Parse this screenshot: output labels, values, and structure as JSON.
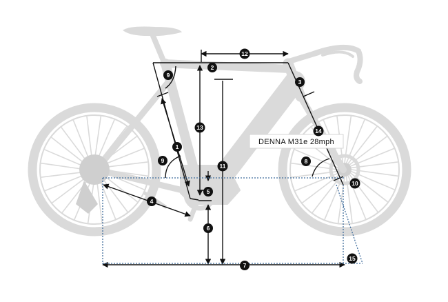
{
  "model_label": "DENNA M31e 28mph",
  "colors": {
    "bike": "#dadada",
    "bike_dark": "#cfcfcf",
    "line": "#111111",
    "dotted": "#3f6c9c",
    "marker_fill": "#111111",
    "marker_text": "#ffffff"
  },
  "markers": [
    {
      "id": "m1",
      "label": "1"
    },
    {
      "id": "m2",
      "label": "2"
    },
    {
      "id": "m3",
      "label": "3"
    },
    {
      "id": "m4",
      "label": "4"
    },
    {
      "id": "m5",
      "label": "5"
    },
    {
      "id": "m6",
      "label": "6"
    },
    {
      "id": "m7",
      "label": "7"
    },
    {
      "id": "m8",
      "label": "8"
    },
    {
      "id": "m9a",
      "label": "9"
    },
    {
      "id": "m9b",
      "label": "9"
    },
    {
      "id": "m10",
      "label": "10"
    },
    {
      "id": "m11",
      "label": "11"
    },
    {
      "id": "m12",
      "label": "12"
    },
    {
      "id": "m13",
      "label": "13"
    },
    {
      "id": "m14",
      "label": "14"
    },
    {
      "id": "m15",
      "label": "15"
    }
  ]
}
